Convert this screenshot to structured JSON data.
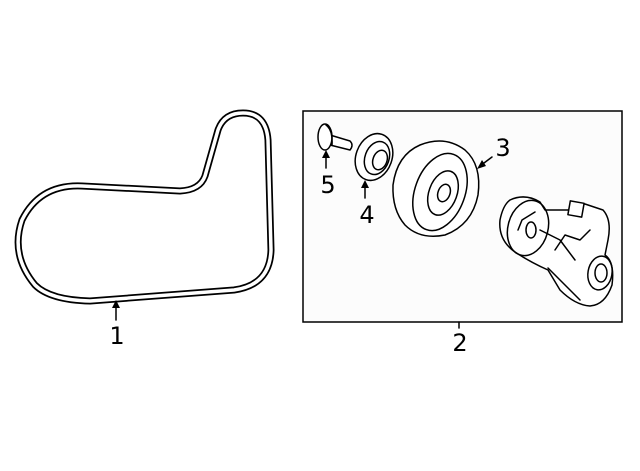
{
  "diagram": {
    "callouts": [
      {
        "id": "1",
        "label": "1",
        "part": "belt"
      },
      {
        "id": "2",
        "label": "2",
        "part": "tensioner-assembly"
      },
      {
        "id": "3",
        "label": "3",
        "part": "pulley"
      },
      {
        "id": "4",
        "label": "4",
        "part": "dust-cover"
      },
      {
        "id": "5",
        "label": "5",
        "part": "bolt"
      }
    ],
    "colors": {
      "line": "#000000",
      "box_fill": "#fcfcfc"
    }
  }
}
